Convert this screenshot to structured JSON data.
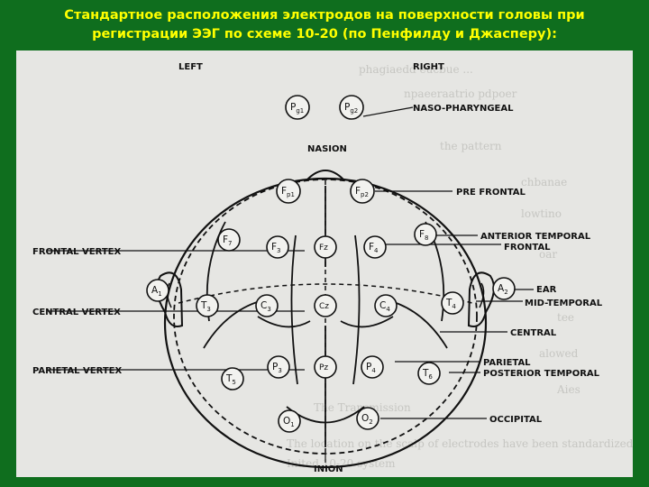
{
  "title": {
    "line1": "Стандартное расположения электродов на поверхности головы при",
    "line2": "регистрации ЭЭГ по схеме 10-20 (по Пенфилду и Джасперу):"
  },
  "labels": {
    "left": "LEFT",
    "right": "RIGHT",
    "naso_pharyngeal": "NASO-PHARYNGEAL",
    "nasion": "NASION",
    "pre_frontal": "PRE FRONTAL",
    "anterior_temporal": "ANTERIOR TEMPORAL",
    "frontal": "FRONTAL",
    "frontal_vertex": "FRONTAL VERTEX",
    "ear": "EAR",
    "mid_temporal": "MID-TEMPORAL",
    "central_vertex": "CENTRAL VERTEX",
    "central": "CENTRAL",
    "parietal_vertex": "PARIETAL VERTEX",
    "parietal": "PARIETAL",
    "posterior_temporal": "POSTERIOR TEMPORAL",
    "occipital": "OCCIPITAL",
    "inion": "INION"
  },
  "electrodes": {
    "pg1": {
      "main": "P",
      "sub": "g1"
    },
    "pg2": {
      "main": "P",
      "sub": "g2"
    },
    "fp1": {
      "main": "F",
      "sub": "p1"
    },
    "fp2": {
      "main": "F",
      "sub": "p2"
    },
    "f7": {
      "main": "F",
      "sub": "7"
    },
    "f3": {
      "main": "F",
      "sub": "3"
    },
    "fz": {
      "main": "Fz",
      "sub": ""
    },
    "f4": {
      "main": "F",
      "sub": "4"
    },
    "f8": {
      "main": "F",
      "sub": "8"
    },
    "a1": {
      "main": "A",
      "sub": "1"
    },
    "t3": {
      "main": "T",
      "sub": "3"
    },
    "c3": {
      "main": "C",
      "sub": "3"
    },
    "cz": {
      "main": "Cz",
      "sub": ""
    },
    "c4": {
      "main": "C",
      "sub": "4"
    },
    "t4": {
      "main": "T",
      "sub": "4"
    },
    "a2": {
      "main": "A",
      "sub": "2"
    },
    "t5": {
      "main": "T",
      "sub": "5"
    },
    "p3": {
      "main": "P",
      "sub": "3"
    },
    "pz": {
      "main": "Pz",
      "sub": ""
    },
    "p4": {
      "main": "P",
      "sub": "4"
    },
    "t6": {
      "main": "T",
      "sub": "6"
    },
    "o1": {
      "main": "O",
      "sub": "1"
    },
    "o2": {
      "main": "O",
      "sub": "2"
    }
  },
  "colors": {
    "slide_background": "#0f6e1e",
    "title_text": "#ffff00",
    "figure_background": "#e6e6e3"
  }
}
